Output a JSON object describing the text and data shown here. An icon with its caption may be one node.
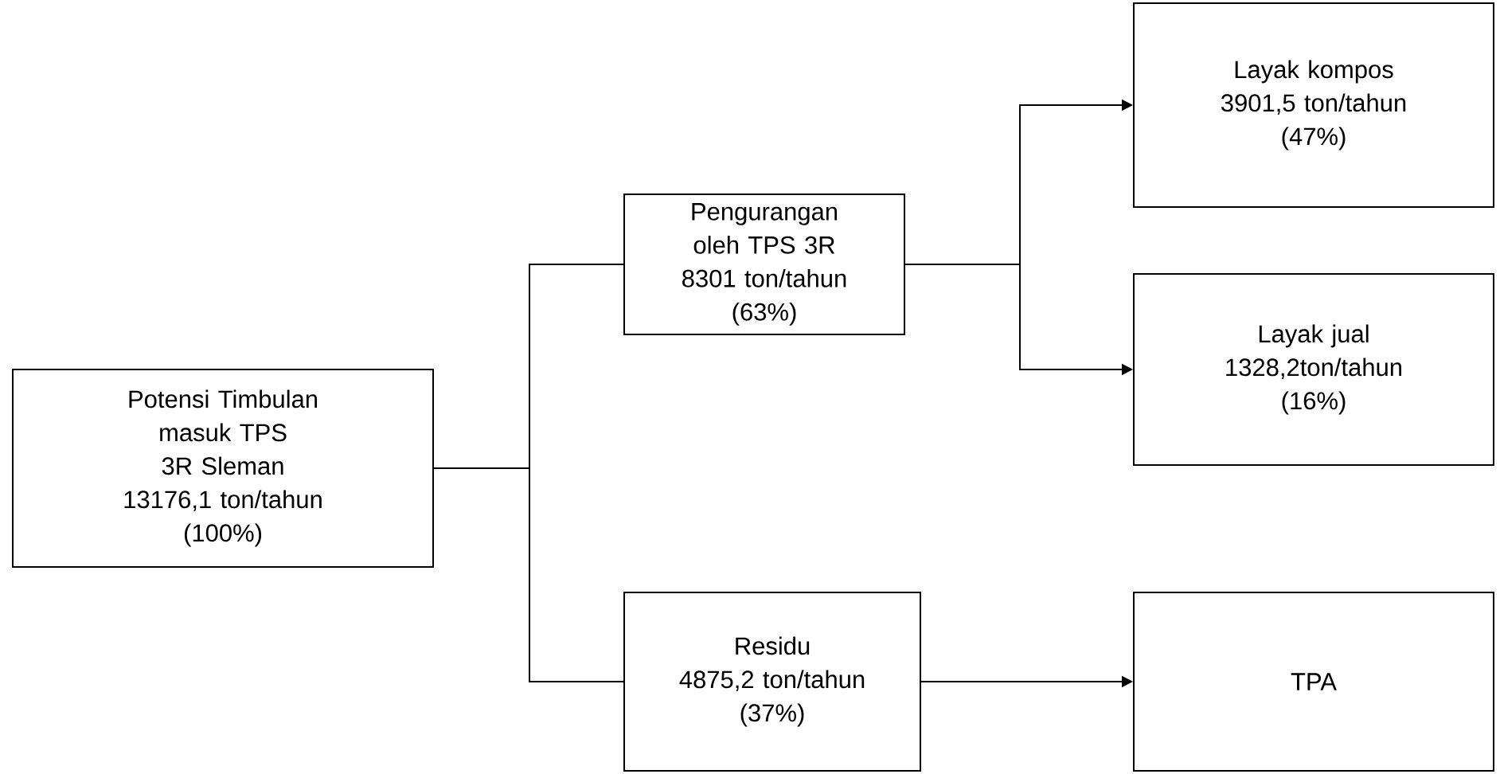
{
  "diagram": {
    "nodes": [
      {
        "text": [
          "Potensi Timbulan masuk TPS 3R Sleman",
          "13176,1 ton/tahun",
          "(100%)"
        ]
      },
      {
        "text": [
          "Pengurangan oleh TPS 3R",
          "8301 ton/tahun",
          "(63%)"
        ]
      },
      {
        "text": [
          "Residu",
          "4875,2 ton/tahun",
          "(37%)"
        ]
      },
      {
        "text": [
          "Layak kompos",
          "3901,5 ton/tahun",
          "(47%)"
        ]
      },
      {
        "text": [
          "Layak jual",
          "1328,2ton/tahun",
          "(16%)"
        ]
      },
      {
        "text": [
          "TPA"
        ]
      }
    ],
    "edges": [
      {
        "from": 0,
        "to": 1,
        "arrow": "none"
      },
      {
        "from": 0,
        "to": 2,
        "arrow": "none"
      },
      {
        "from": 1,
        "to": 3,
        "arrow": "to"
      },
      {
        "from": 1,
        "to": 4,
        "arrow": "to"
      },
      {
        "from": 2,
        "to": 5,
        "arrow": "to"
      }
    ]
  }
}
